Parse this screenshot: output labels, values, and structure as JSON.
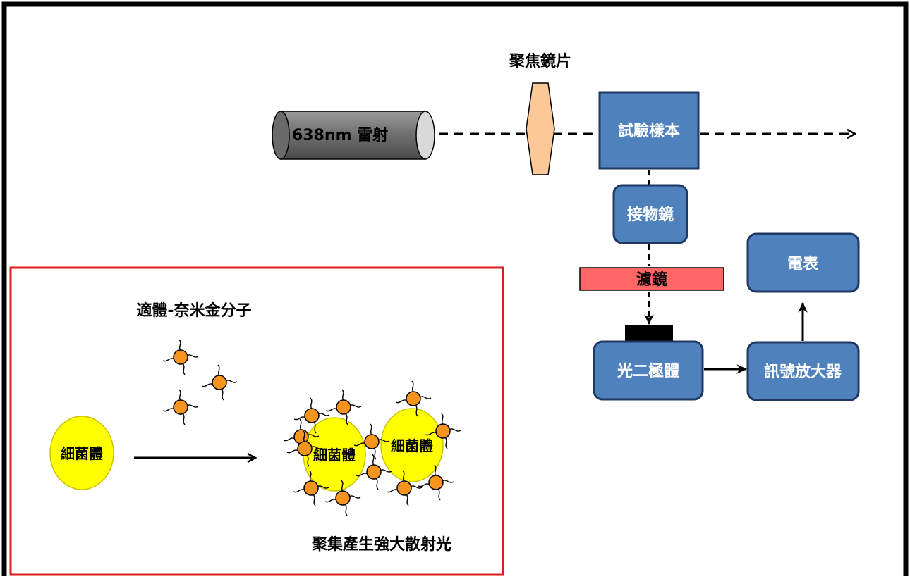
{
  "diagram": {
    "laser_label": "638nm 雷射",
    "lens_label": "聚焦鏡片",
    "sample_label": "試驗樣本",
    "objective_label": "接物鏡",
    "filter_label": "濾鏡",
    "photodiode_label": "光二極體",
    "amplifier_label": "訊號放大器",
    "meter_label": "電表"
  },
  "inset": {
    "probe_label": "適體-奈米金分子",
    "bacteria_label": "細菌體",
    "aggregate_caption": "聚集產生強大散射光"
  },
  "colors": {
    "box_fill": "#4f81bd",
    "box_stroke": "#1f3864",
    "filter_fill": "#ff6666",
    "bacteria_fill": "#ffff00",
    "nanoparticle_fill": "#f7941d",
    "inset_border": "#e01b1b",
    "lens_fill": "#fdc897",
    "laser_fill": "#7f7f7f"
  }
}
